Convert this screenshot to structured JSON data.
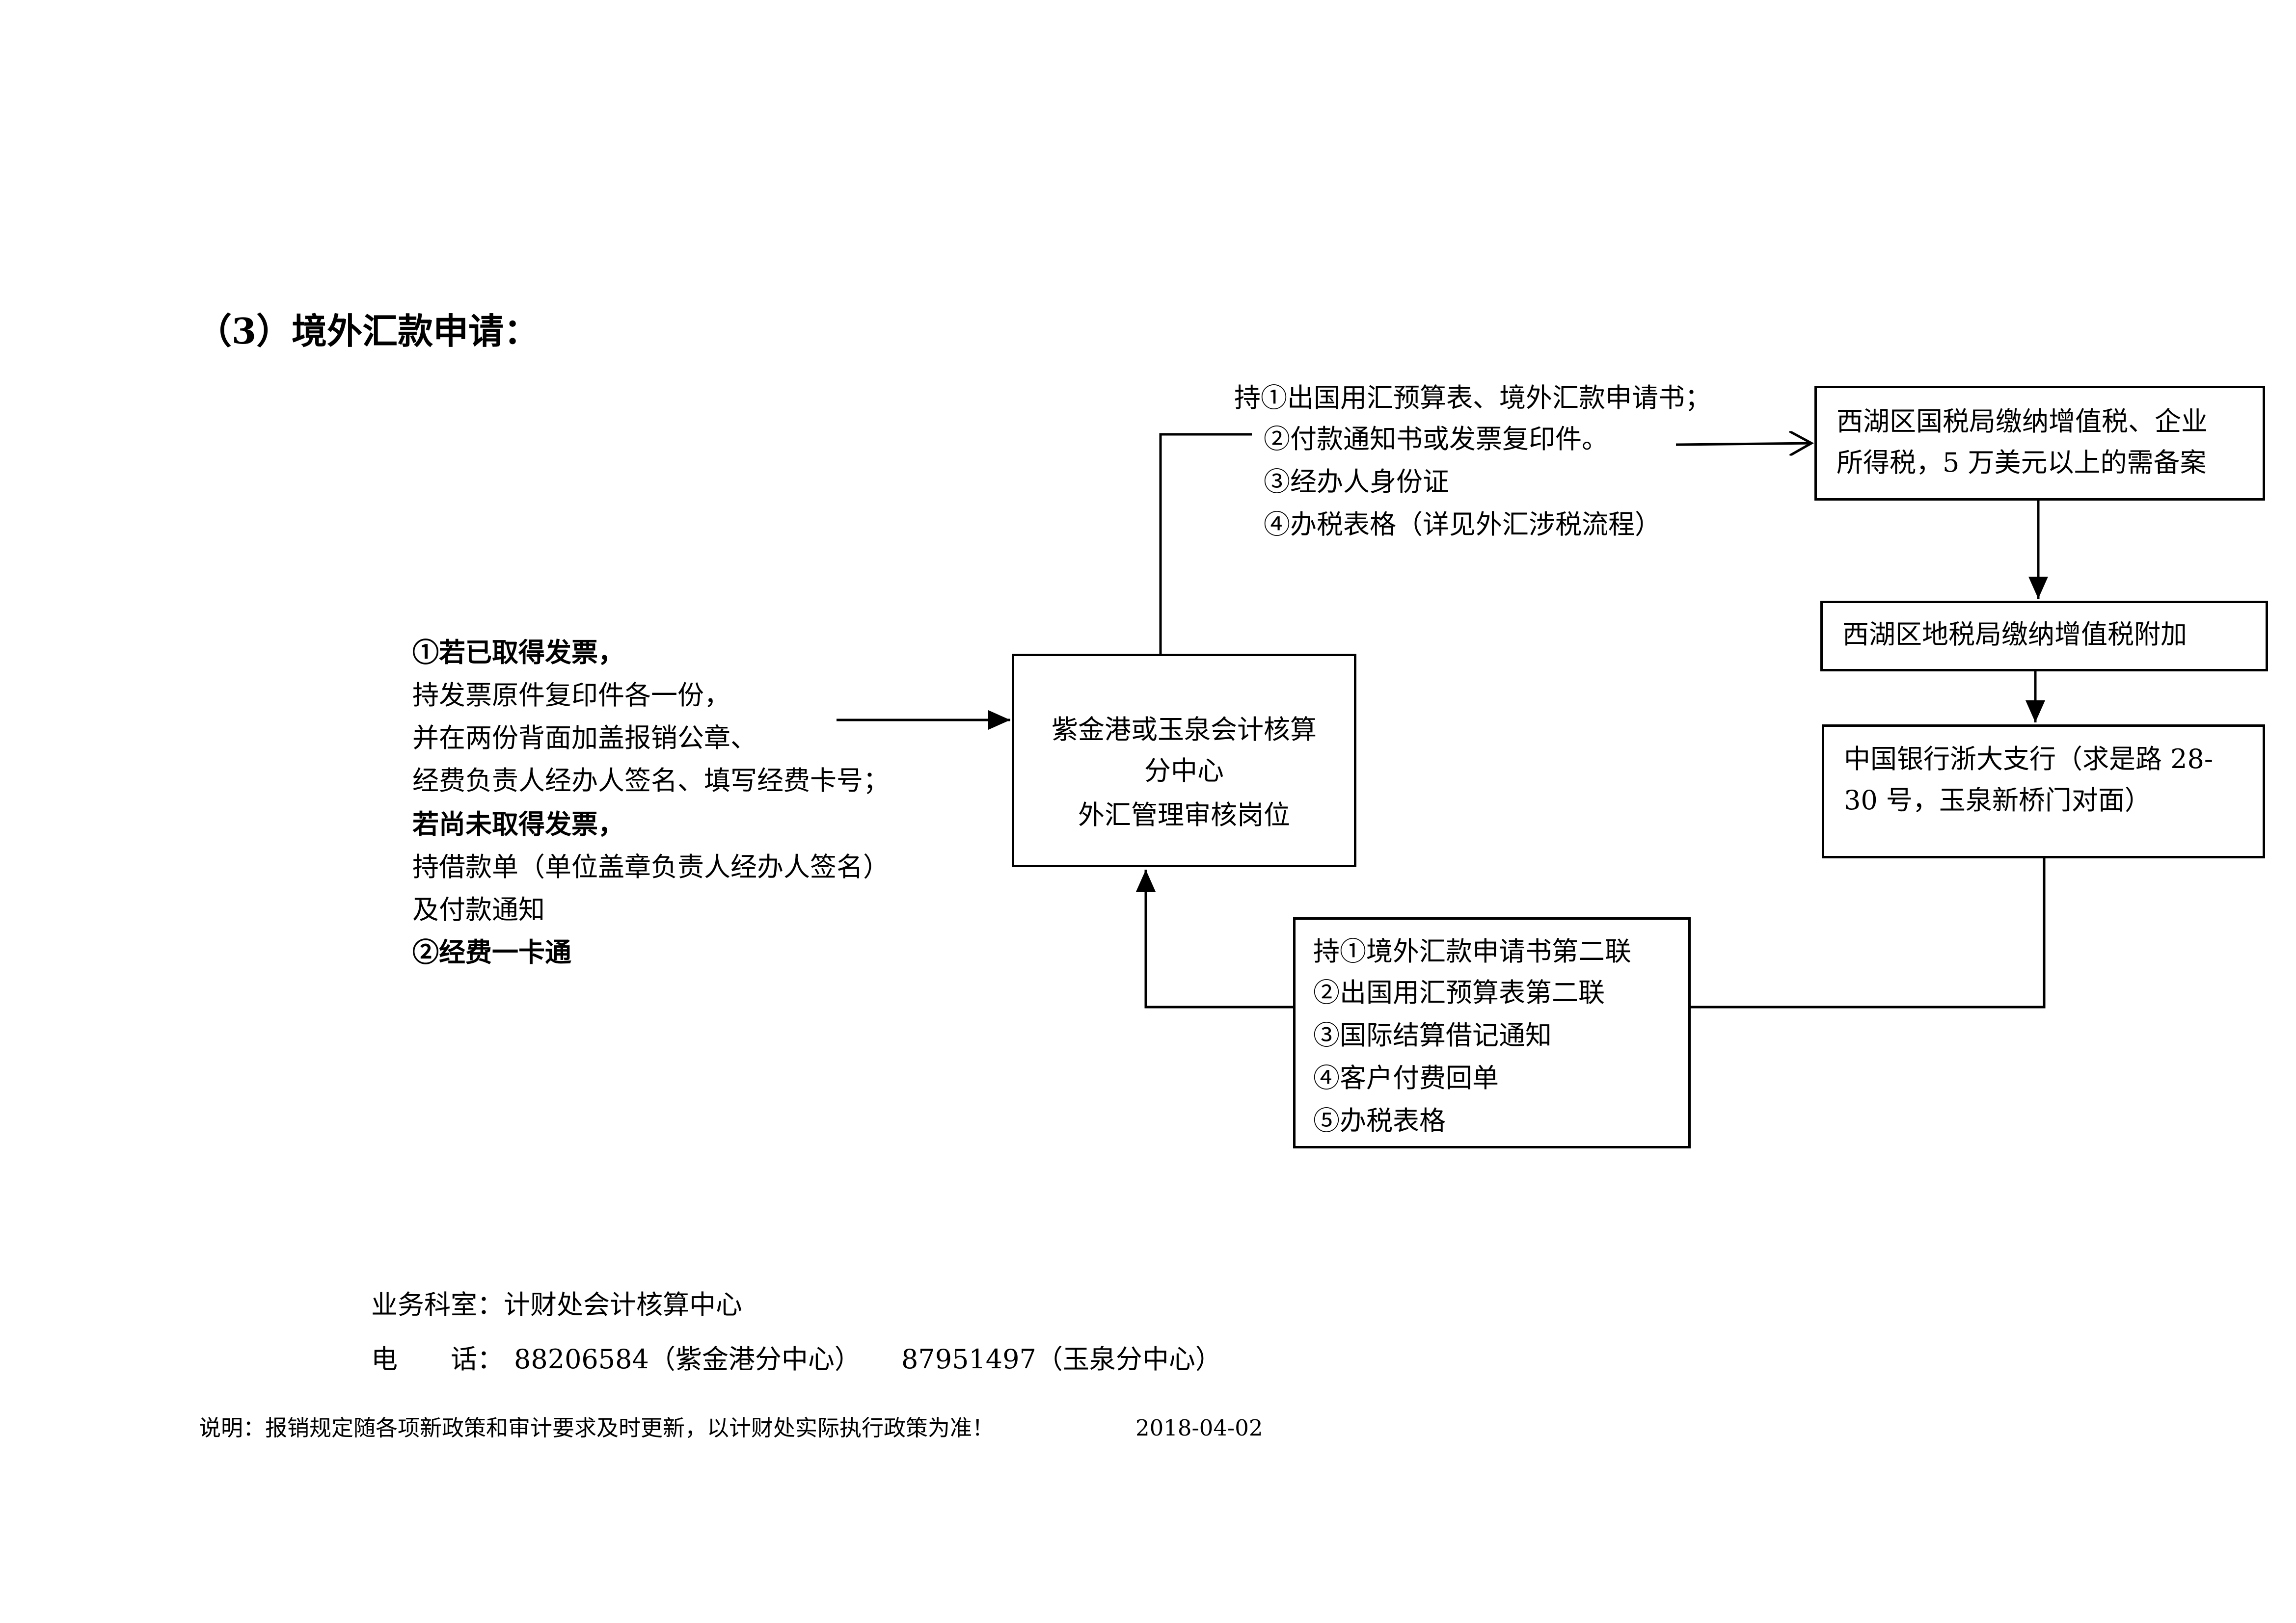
{
  "title": "（3）境外汇款申请：",
  "top_requirements": [
    "持①出国用汇预算表、境外汇款申请书；",
    "②付款通知书或发票复印件。",
    "③经办人身份证",
    "④办税表格（详见外汇涉税流程）"
  ],
  "box_national_tax": [
    "西湖区国税局缴纳增值税、企业",
    "所得税，5 万美元以上的需备案"
  ],
  "box_local_tax": "西湖区地税局缴纳增值税附加",
  "box_bank": [
    "中国银行浙大支行（求是路 28-",
    "30 号，玉泉新桥门对面）"
  ],
  "box_center": [
    "紫金港或玉泉会计核算",
    "分中心",
    "外汇管理审核岗位"
  ],
  "left_notes": [
    {
      "text": "①若已取得发票，",
      "bold": true
    },
    {
      "text": "持发票原件复印件各一份，",
      "bold": false
    },
    {
      "text": "并在两份背面加盖报销公章、",
      "bold": false
    },
    {
      "text": "经费负责人经办人签名、填写经费卡号；",
      "bold": false
    },
    {
      "text": "若尚未取得发票，",
      "bold": true
    },
    {
      "text": "持借款单（单位盖章负责人经办人签名）",
      "bold": false
    },
    {
      "text": "及付款通知",
      "bold": false
    },
    {
      "text": "②经费一卡通",
      "bold": true
    }
  ],
  "box_return_docs": [
    "持①境外汇款申请书第二联",
    "②出国用汇预算表第二联",
    "③国际结算借记通知",
    "④客户付费回单",
    "⑤办税表格"
  ],
  "footer": {
    "office": "业务科室：计财处会计核算中心",
    "phone_label": "电　　话：",
    "phone1": "88206584（紫金港分中心）",
    "phone2": "87951497（玉泉分中心）",
    "note": "说明：报销规定随各项新政策和审计要求及时更新，以计财处实际执行政策为准！",
    "date": "2018-04-02"
  }
}
